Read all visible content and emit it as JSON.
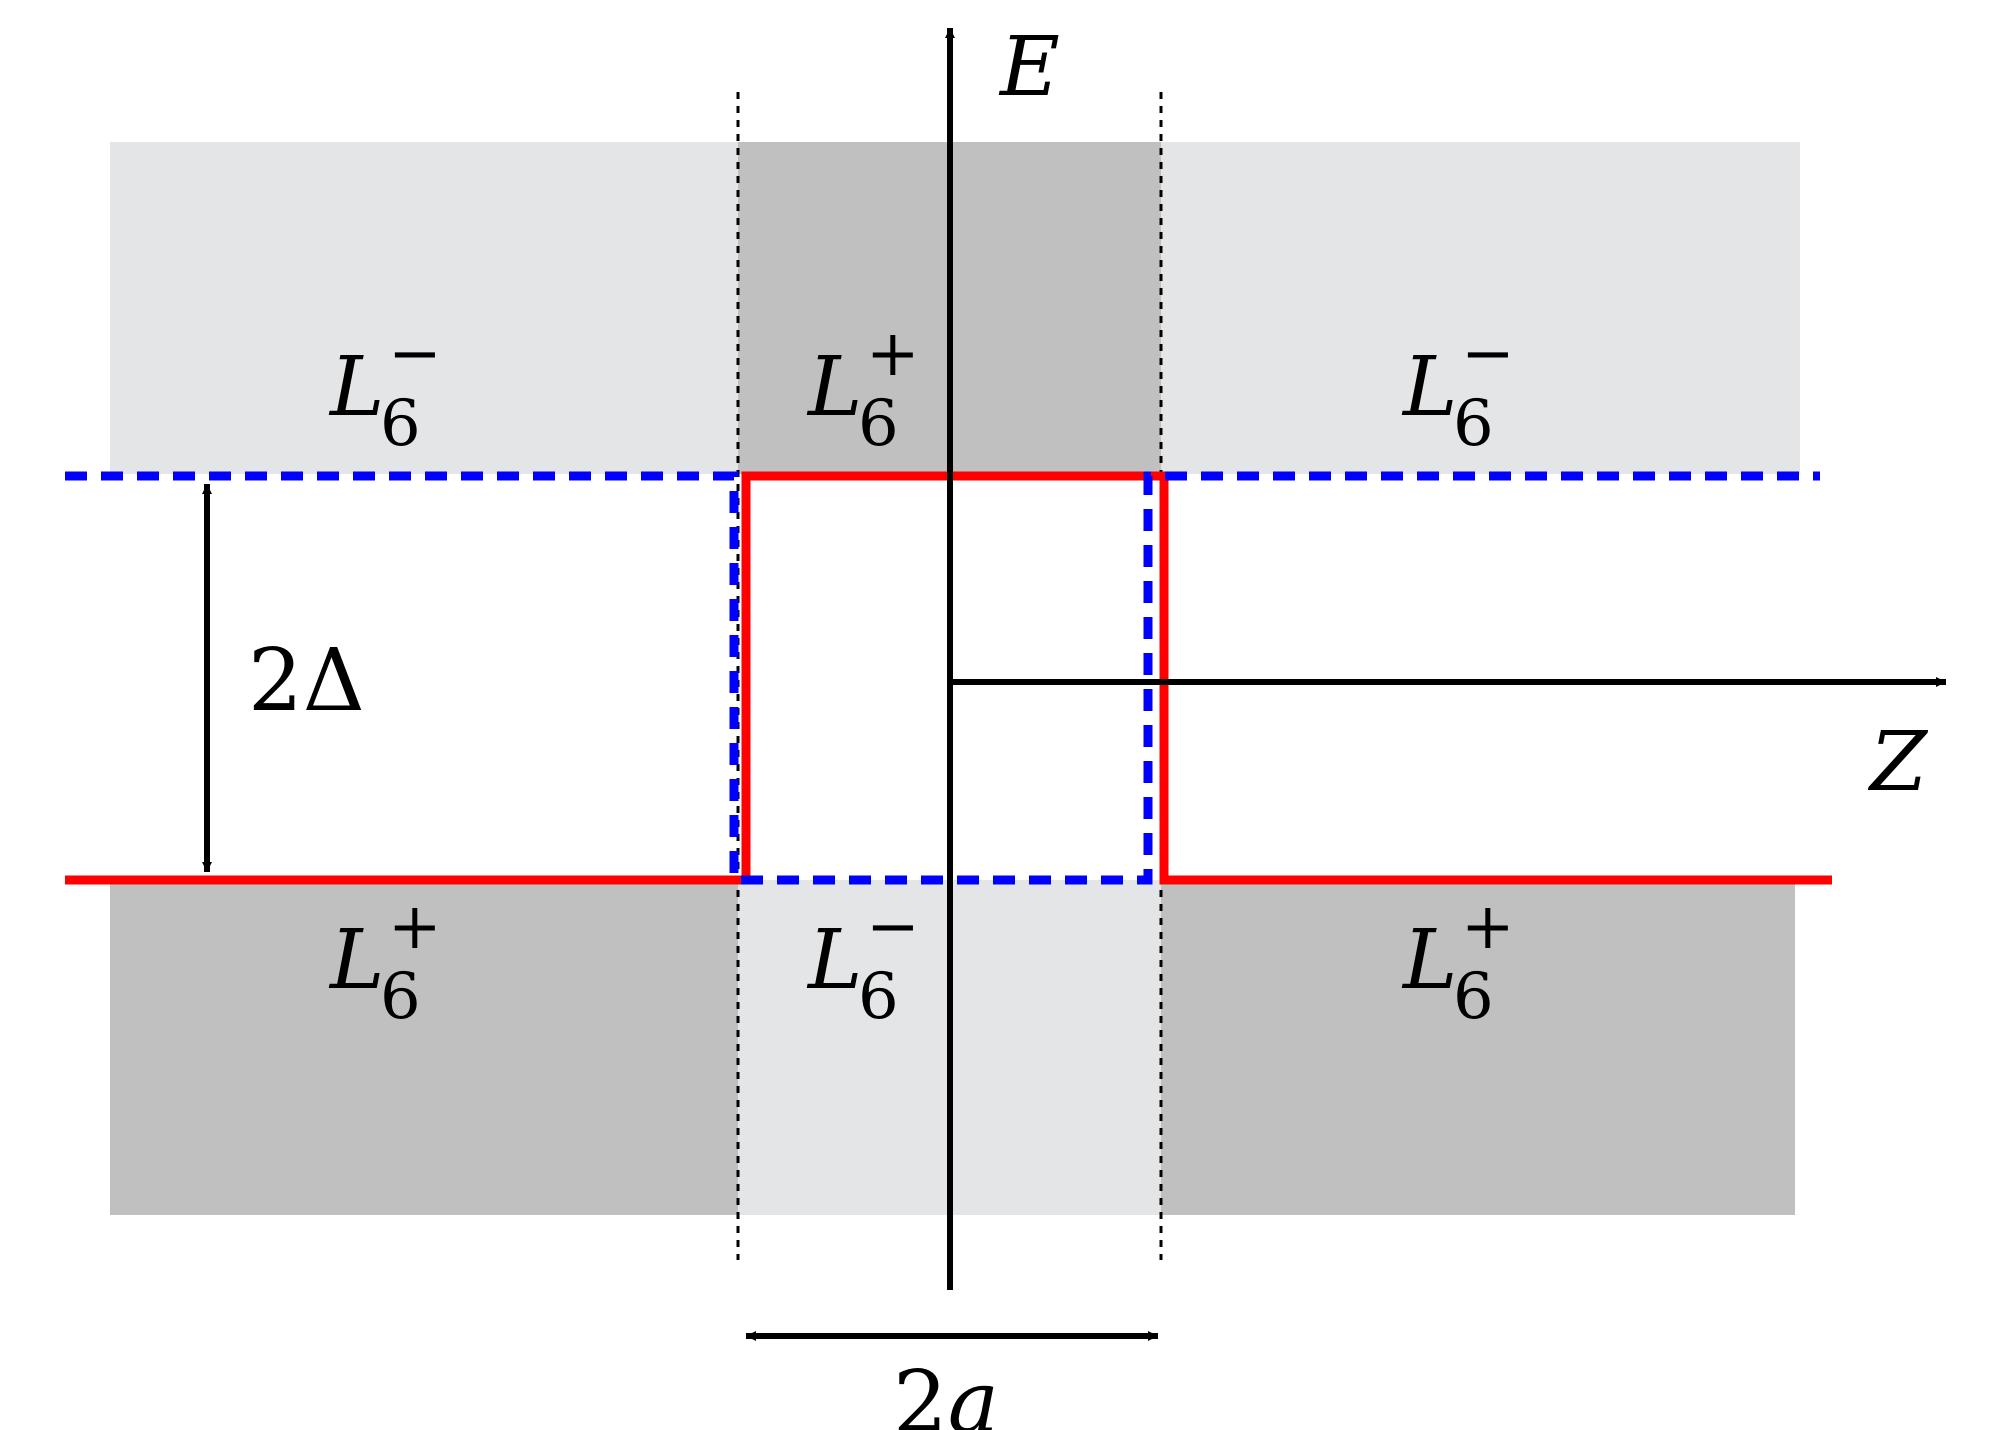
{
  "axes": {
    "vertical_label": "E",
    "horizontal_label": "Z"
  },
  "regions": {
    "upper_left": {
      "base": "L",
      "sub": "6",
      "sup": "−"
    },
    "upper_center": {
      "base": "L",
      "sub": "6",
      "sup": "+"
    },
    "upper_right": {
      "base": "L",
      "sub": "6",
      "sup": "−"
    },
    "lower_left": {
      "base": "L",
      "sub": "6",
      "sup": "+"
    },
    "lower_center": {
      "base": "L",
      "sub": "6",
      "sup": "−"
    },
    "lower_right": {
      "base": "L",
      "sub": "6",
      "sup": "+"
    }
  },
  "dimensions": {
    "gap": {
      "num": "2",
      "symbol": "Δ"
    },
    "width": {
      "num": "2",
      "symbol": "a"
    }
  },
  "colors": {
    "band_light": "#e4e5e7",
    "band_dark": "#c0c0c0",
    "red_line": "#ff0000",
    "blue_dashed": "#0000ff",
    "axis": "#000000"
  }
}
